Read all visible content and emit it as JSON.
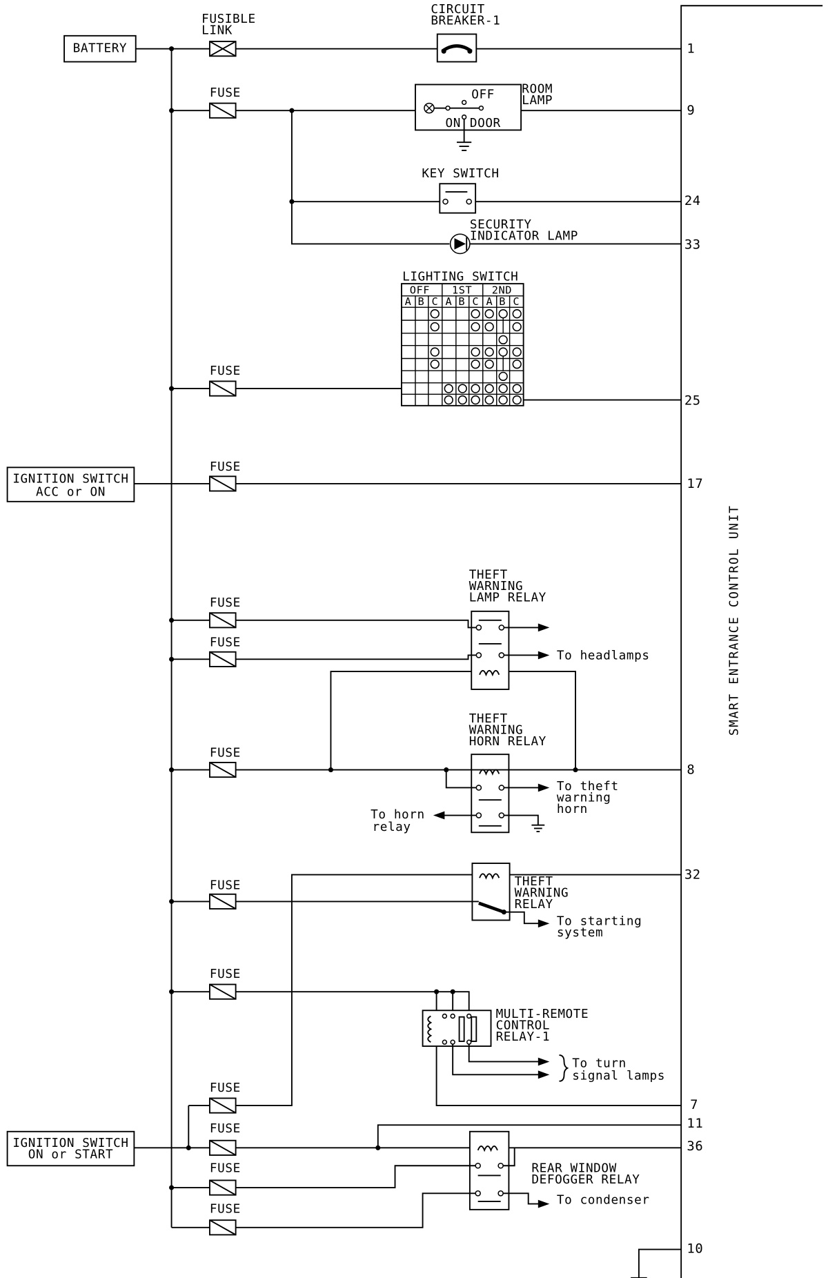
{
  "sources": {
    "battery": "BATTERY",
    "ign_acc_1": "IGNITION SWITCH",
    "ign_acc_2": "ACC or ON",
    "ign_start_1": "IGNITION SWITCH",
    "ign_start_2": "ON or START"
  },
  "fuses": {
    "fusible_link_1": "FUSIBLE",
    "fusible_link_2": "LINK",
    "fuse": "FUSE"
  },
  "components": {
    "circuit_breaker_1": "CIRCUIT",
    "circuit_breaker_2": "BREAKER-1",
    "room_lamp_1": "ROOM",
    "room_lamp_2": "LAMP",
    "room_off": "OFF",
    "room_on": "ON",
    "room_door": "DOOR",
    "key_switch": "KEY SWITCH",
    "security_lamp_1": "SECURITY",
    "security_lamp_2": "INDICATOR LAMP",
    "lighting_switch": "LIGHTING SWITCH",
    "ls_off": "OFF",
    "ls_1st": "1ST",
    "ls_2nd": "2ND",
    "ls_cols": [
      "A",
      "B",
      "C",
      "A",
      "B",
      "C",
      "A",
      "B",
      "C"
    ],
    "lamp_relay_1": "THEFT",
    "lamp_relay_2": "WARNING",
    "lamp_relay_3": "LAMP RELAY",
    "horn_relay_1": "THEFT",
    "horn_relay_2": "WARNING",
    "horn_relay_3": "HORN RELAY",
    "warn_relay_1": "THEFT",
    "warn_relay_2": "WARNING",
    "warn_relay_3": "RELAY",
    "mrc_relay_1": "MULTI-REMOTE",
    "mrc_relay_2": "CONTROL",
    "mrc_relay_3": "RELAY-1",
    "defog_relay_1": "REAR WINDOW",
    "defog_relay_2": "DEFOGGER RELAY"
  },
  "destinations": {
    "headlamps": "To headlamps",
    "theft_horn_1": "To theft",
    "theft_horn_2": "warning",
    "theft_horn_3": "horn",
    "horn_relay_1": "To horn",
    "horn_relay_2": "relay",
    "starting_1": "To starting",
    "starting_2": "system",
    "turn_1": "To turn",
    "turn_2": "signal lamps",
    "condenser": "To condenser"
  },
  "control_unit": "SMART ENTRANCE CONTROL UNIT",
  "pins": [
    "1",
    "9",
    "24",
    "33",
    "25",
    "17",
    "8",
    "32",
    "7",
    "11",
    "36",
    "10"
  ]
}
